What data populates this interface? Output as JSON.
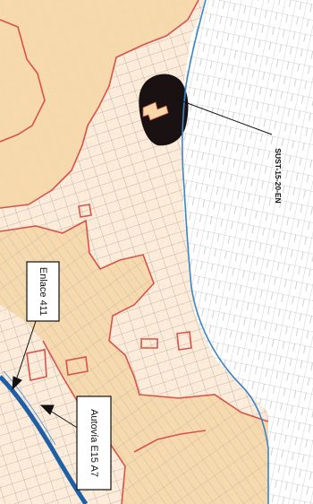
{
  "labels": {
    "interchange": "Enlace 411",
    "highway": "Autovía E15 A7",
    "plan_code": "SUST-15-20-EN"
  },
  "colors": {
    "urban_fill": "#f6d7a8",
    "urban_light": "#fbe9d2",
    "boundary": "#d9534a",
    "river": "#3a86c8",
    "highway": "#1f5fa8",
    "parcel_lines": "#8a8a8a",
    "sector": "#1a1112",
    "background": "#ffffff"
  }
}
